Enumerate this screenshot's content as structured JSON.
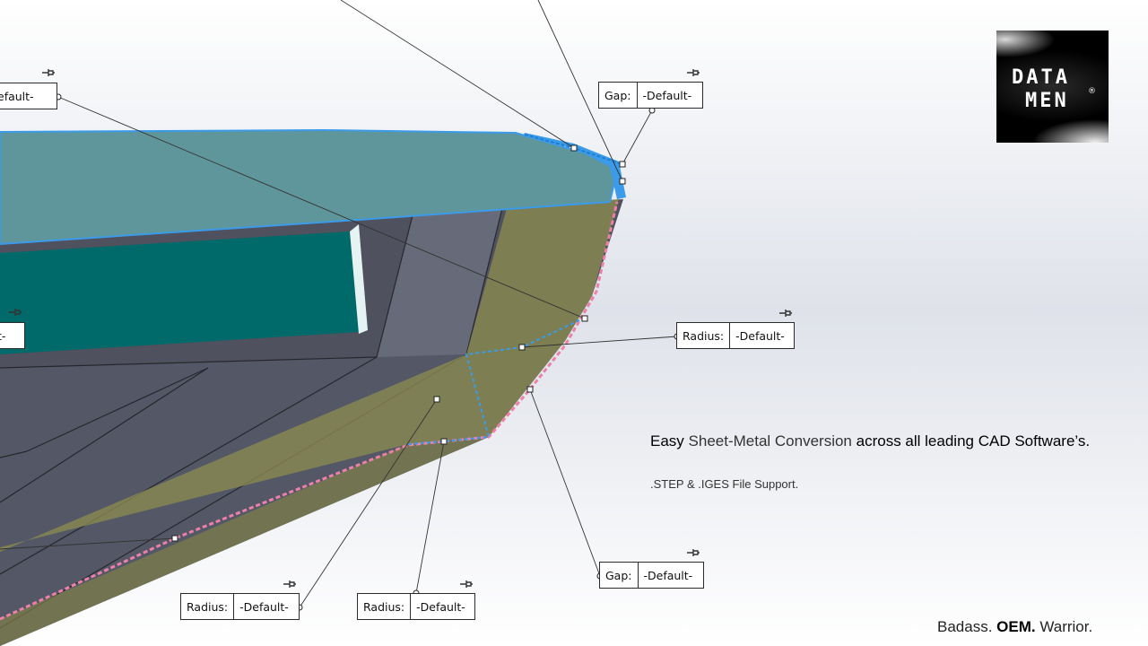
{
  "callouts": [
    {
      "id": "c-top-left",
      "label": "",
      "value": "efault-"
    },
    {
      "id": "c-gap-top",
      "label": "Gap:",
      "value": "-Default-"
    },
    {
      "id": "c-mid-left",
      "label": "",
      "value": "t-"
    },
    {
      "id": "c-radius-right",
      "label": "Radius:",
      "value": "-Default-"
    },
    {
      "id": "c-gap-bottom",
      "label": "Gap:",
      "value": "-Default-"
    },
    {
      "id": "c-radius-bl1",
      "label": "Radius:",
      "value": "-Default-"
    },
    {
      "id": "c-radius-bl2",
      "label": "Radius:",
      "value": "-Default-"
    }
  ],
  "logo": {
    "line1": "DATA",
    "line2": "MEN",
    "reg": "®"
  },
  "tagline": {
    "part1": "Easy",
    "part2": " Sheet-Metal Conversion ",
    "part3": "across all leading CAD Software’s."
  },
  "subline": ".STEP & .IGES File Support.",
  "footer": {
    "part1": "Badass. ",
    "part2": "OEM.",
    "part3": " Warrior."
  },
  "colors": {
    "panel_top": "#5f969b",
    "panel_inset": "#006a6a",
    "body_dark": "#4f515e",
    "olive_overlay": "#8b8a50",
    "edge_blue": "#3b9be8",
    "edge_pink": "#ee7fa8"
  }
}
